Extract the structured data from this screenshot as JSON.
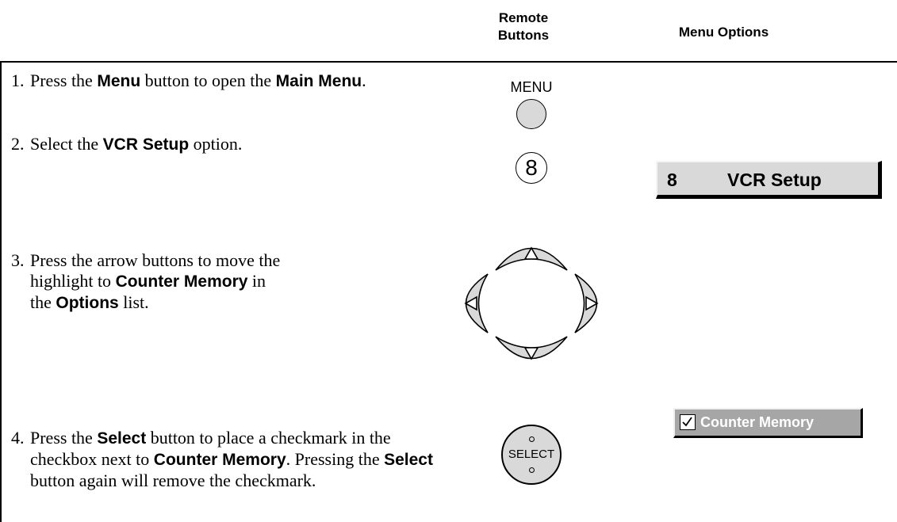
{
  "headers": {
    "remote_line1": "Remote",
    "remote_line2": "Buttons",
    "menu_options": "Menu Options"
  },
  "steps": [
    {
      "num": "1.",
      "parts": [
        "Press the ",
        "Menu",
        " button to open the ",
        "Main Menu",
        "."
      ]
    },
    {
      "num": "2.",
      "parts": [
        "Select the ",
        "VCR Setup",
        " option."
      ]
    },
    {
      "num": "3.",
      "parts": [
        "Press the arrow buttons to move the highlight to ",
        "Counter Memory",
        " in the ",
        "Options",
        " list."
      ]
    },
    {
      "num": "4.",
      "parts": [
        "Press the ",
        "Select",
        " button to place a checkmark in the checkbox next to ",
        "Counter Memory",
        ".  Pressing the ",
        "Select",
        " button again will remove the checkmark."
      ]
    }
  ],
  "remote": {
    "menu_label": "MENU",
    "number_button": "8",
    "select_label": "SELECT",
    "arrow_icons": [
      "up-arrow-icon",
      "down-arrow-icon",
      "left-arrow-icon",
      "right-arrow-icon"
    ]
  },
  "menu_options": {
    "vcr_setup": {
      "number": "8",
      "label": "VCR Setup"
    },
    "counter_memory": {
      "label": "Counter Memory",
      "checked": true,
      "icon": "checkmark-icon"
    }
  },
  "colors": {
    "button_gray": "#d9d9d9",
    "option_bar_gray": "#a6a6a6",
    "option_text": "#ffffff"
  }
}
